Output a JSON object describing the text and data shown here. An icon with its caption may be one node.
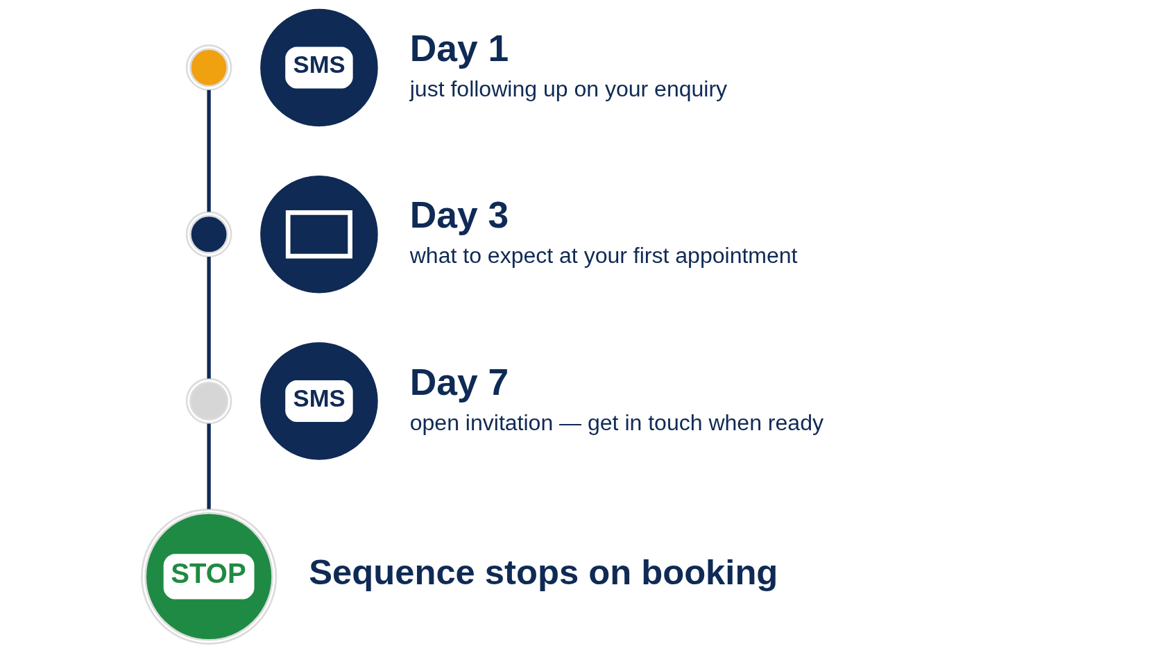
{
  "diagram": {
    "nodes": [
      {
        "text": [],
        "shape": "circle"
      },
      {
        "text": [
          "SMS"
        ],
        "beside": [
          "Day 1",
          "just following up on your enquiry"
        ]
      },
      {
        "text": [],
        "shape": "circle"
      },
      {
        "text": [],
        "shape": "picture",
        "beside": [
          "Day 3",
          "what to expect at your first appointment"
        ]
      },
      {
        "text": [],
        "shape": "circle"
      },
      {
        "text": [
          "SMS"
        ],
        "beside": [
          "Day 7",
          "open invitation — get in touch when ready"
        ]
      },
      {
        "text": [
          "STOP"
        ],
        "beside": [
          "Sequence stops on booking"
        ]
      }
    ],
    "edges": [
      {
        "from": 0,
        "to": 2,
        "arrow": "none"
      },
      {
        "from": 2,
        "to": 4,
        "arrow": "none"
      },
      {
        "from": 4,
        "to": 6,
        "arrow": "none"
      }
    ]
  }
}
